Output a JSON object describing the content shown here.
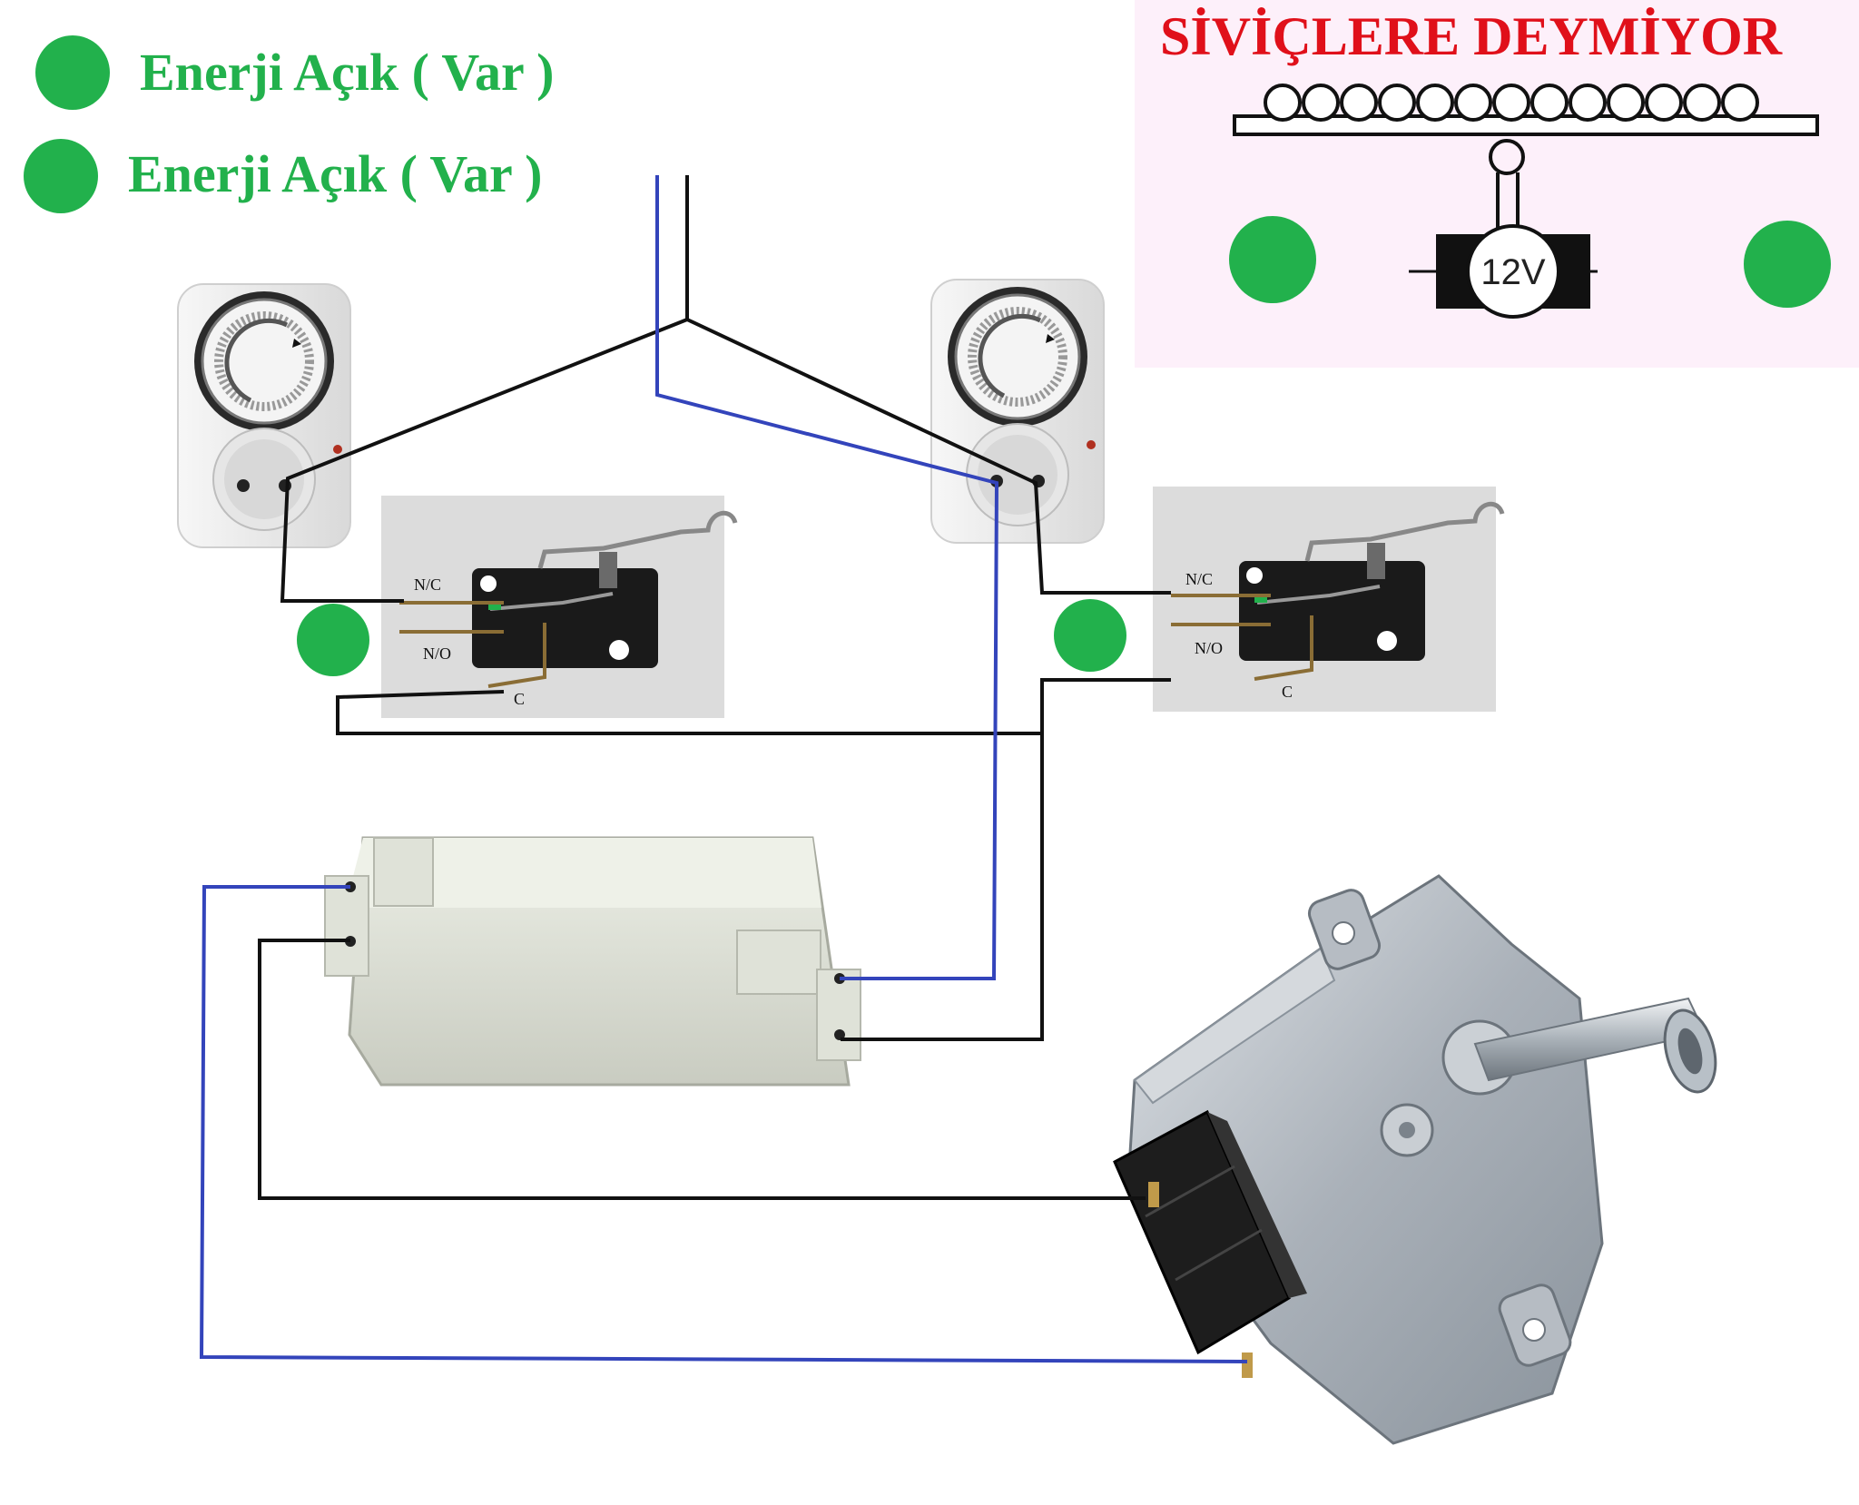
{
  "legend": {
    "items": [
      {
        "label": "Enerji Açık ( Var )"
      },
      {
        "label": "Enerji Açık ( Var )"
      }
    ]
  },
  "inset": {
    "title": "SİVİÇLERE DEYMİYOR",
    "motor_voltage": "12V"
  },
  "switch_left": {
    "nc": "N/C",
    "no": "N/O",
    "c": "C"
  },
  "switch_right": {
    "nc": "N/C",
    "no": "N/O",
    "c": "C"
  },
  "colors": {
    "wire_phase": "#111111",
    "wire_neutral": "#3344bb",
    "indicator_on": "#22b14c",
    "warning_text": "#e0101a",
    "inset_background": "#fdf0fa"
  },
  "icons": [
    "timer-socket-icon",
    "micro-switch-icon",
    "power-supply-icon",
    "synchronous-motor-icon",
    "dc-motor-icon",
    "indicator-dot-icon"
  ]
}
